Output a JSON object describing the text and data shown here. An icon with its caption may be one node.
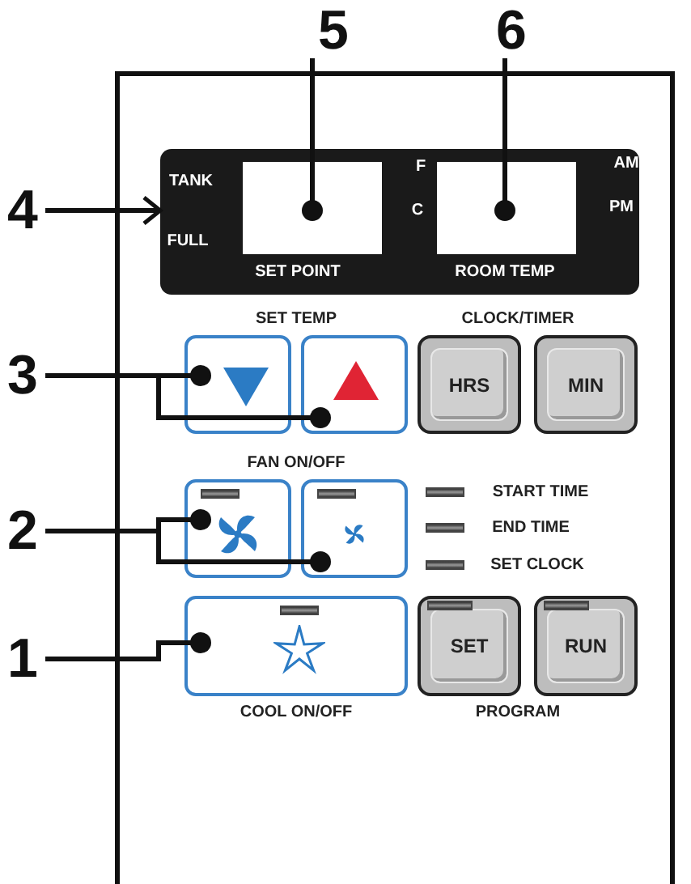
{
  "diagram": {
    "nodes": [
      {
        "text": [
          "5"
        ]
      },
      {
        "text": [
          "6"
        ]
      },
      {
        "text": [
          "4"
        ]
      },
      {
        "text": [
          "3"
        ]
      },
      {
        "text": [
          "2"
        ]
      },
      {
        "text": [
          "1"
        ]
      },
      {
        "text": [
          "TANK",
          "FULL",
          "F",
          "C",
          "AM",
          "PM",
          "SET POINT",
          "ROOM TEMP"
        ]
      },
      {
        "text": [],
        "shape": "box",
        "in": 6
      },
      {
        "text": [],
        "shape": "box",
        "in": 6
      },
      {
        "text": [],
        "shape": "box"
      },
      {
        "text": [],
        "shape": "box"
      },
      {
        "text": [
          "HRS"
        ]
      },
      {
        "text": [
          "MIN"
        ]
      },
      {
        "text": [],
        "shape": "box"
      },
      {
        "text": [],
        "shape": "box"
      },
      {
        "text": [],
        "shape": "box"
      },
      {
        "text": [
          "SET"
        ]
      },
      {
        "text": [
          "RUN"
        ]
      }
    ],
    "edges": [
      {
        "from": 0,
        "to": 7,
        "arrow": "other"
      },
      {
        "from": 1,
        "to": 8,
        "arrow": "other"
      },
      {
        "from": 2,
        "to": 6,
        "arrow": "to"
      },
      {
        "from": 3,
        "to": 9,
        "arrow": "other"
      },
      {
        "from": 3,
        "to": 10,
        "arrow": "other"
      },
      {
        "from": 4,
        "to": 13,
        "arrow": "other"
      },
      {
        "from": 4,
        "to": 14,
        "arrow": "other"
      },
      {
        "from": 5,
        "to": 15,
        "arrow": "other"
      }
    ],
    "labels": [
      "SET TEMP",
      "CLOCK/TIMER",
      "FAN ON/OFF",
      "START TIME",
      "END TIME",
      "SET CLOCK",
      "COOL ON/OFF",
      "PROGRAM"
    ]
  }
}
